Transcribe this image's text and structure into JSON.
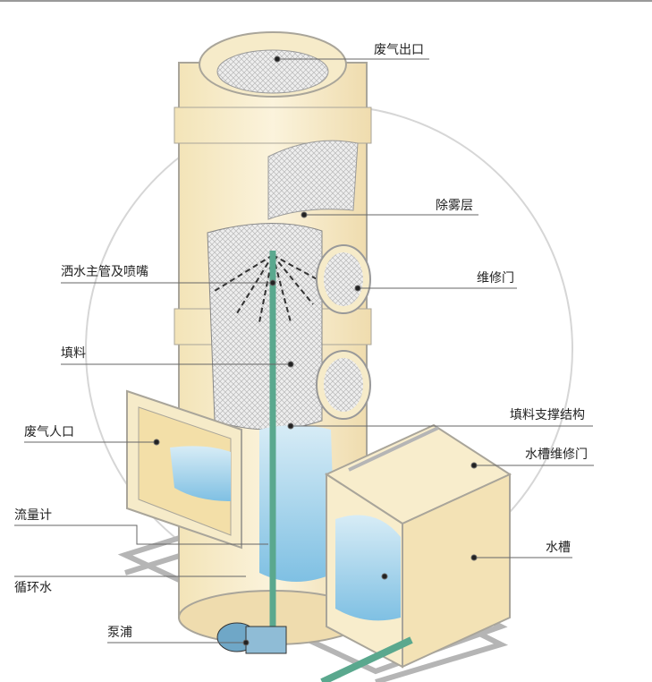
{
  "labels": {
    "exhaust_outlet": "废气出口",
    "demister": "除雾层",
    "spray_pipe": "洒水主管及喷嘴",
    "maintenance_door": "维修门",
    "packing": "填料",
    "packing_support": "填料支撑结构",
    "exhaust_inlet": "废气人口",
    "tank_door": "水槽维修门",
    "flowmeter": "流量计",
    "tank": "水槽",
    "circulating_water": "循环水",
    "pump": "泵浦"
  },
  "colors": {
    "shell": "#f8edcc",
    "outline": "#a9a59a",
    "water": "#9fd0ea",
    "pipe": "#5aa88e",
    "mesh": "#c8c8c8"
  }
}
